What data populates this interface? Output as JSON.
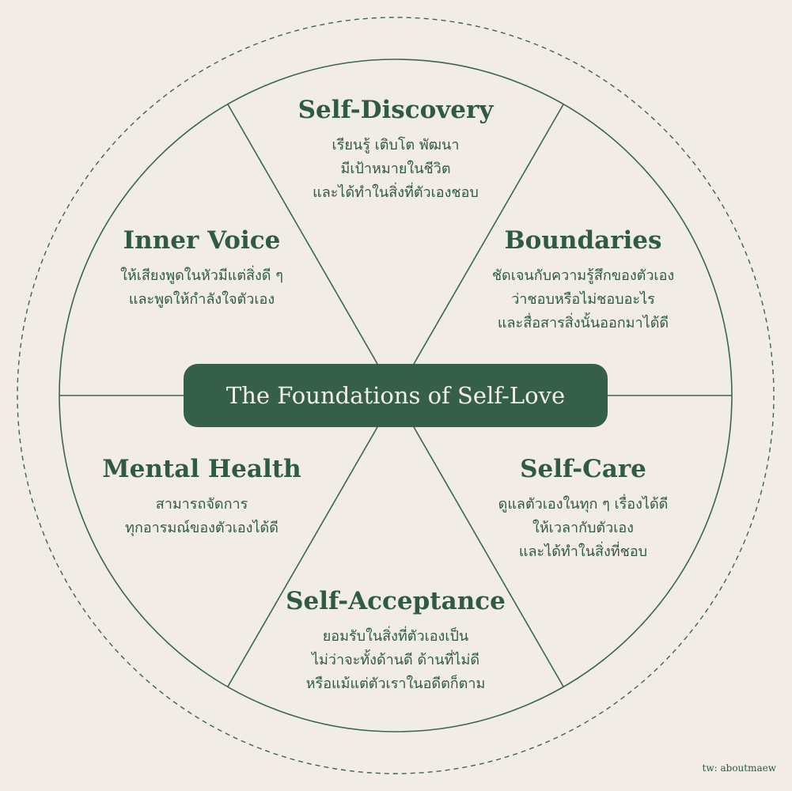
{
  "center_title": "The Foundations of Self-Love",
  "credit": "tw: aboutmaew",
  "segments": [
    {
      "title": "Self-Discovery",
      "lines": [
        "เรียนรู้ เติบโต พัฒนา",
        "มีเป้าหมายในชีวิต",
        "และได้ทำในสิ่งที่ตัวเองชอบ"
      ]
    },
    {
      "title": "Boundaries",
      "lines": [
        "ชัดเจนกับความรู้สึกของตัวเอง",
        "ว่าชอบหรือไม่ชอบอะไร",
        "และสื่อสารสิ่งนั้นออกมาได้ดี"
      ]
    },
    {
      "title": "Self-Care",
      "lines": [
        "ดูแลตัวเองในทุก ๆ เรื่องได้ดี",
        "ให้เวลากับตัวเอง",
        "และได้ทำในสิ่งที่ชอบ"
      ]
    },
    {
      "title": "Self-Acceptance",
      "lines": [
        "ยอมรับในสิ่งที่ตัวเองเป็น",
        "ไม่ว่าจะทั้งด้านดี ด้านที่ไม่ดี",
        "หรือแม้แต่ตัวเราในอดีตก็ตาม"
      ]
    },
    {
      "title": "Mental Health",
      "lines": [
        "สามารถจัดการ",
        "ทุกอารมณ์ของตัวเองได้ดี"
      ]
    },
    {
      "title": "Inner Voice",
      "lines": [
        "ให้เสียงพูดในหัวมีแต่สิ่งดี ๆ",
        "และพูดให้กำลังใจตัวเอง"
      ]
    }
  ]
}
